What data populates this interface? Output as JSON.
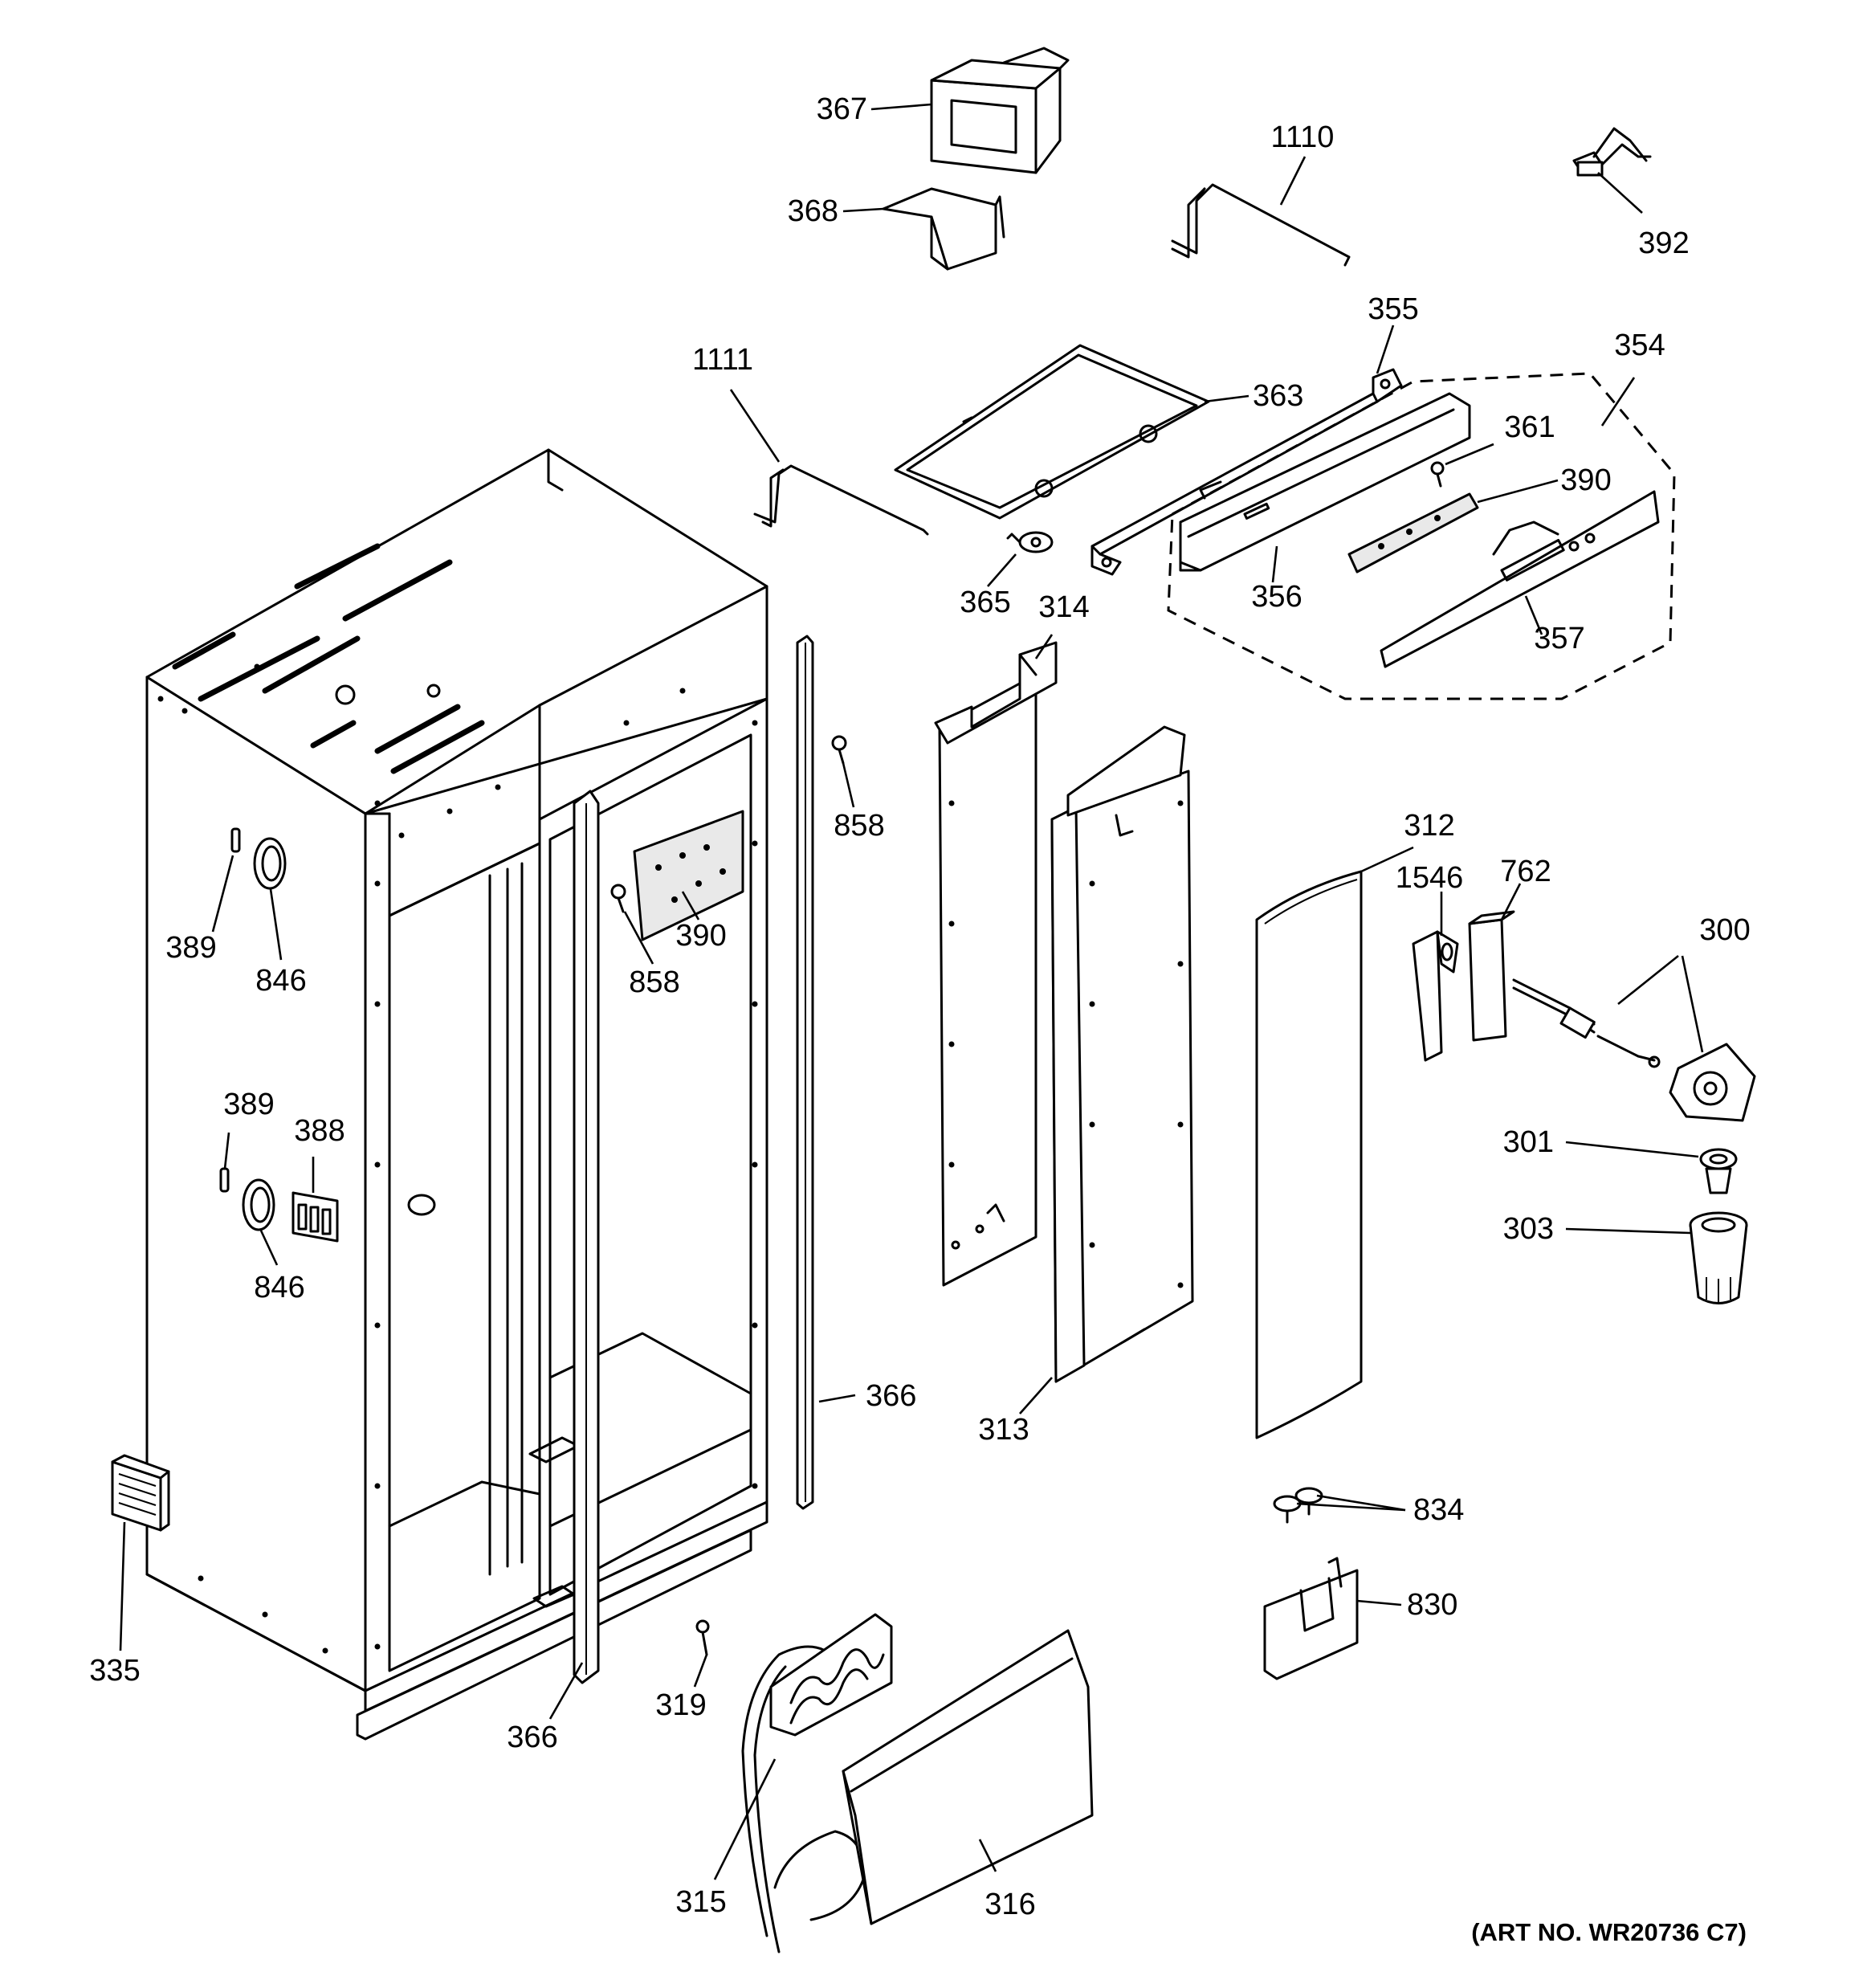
{
  "callouts": [
    {
      "id": "c-367",
      "label": "367"
    },
    {
      "id": "c-368",
      "label": "368"
    },
    {
      "id": "c-1110",
      "label": "1110"
    },
    {
      "id": "c-392",
      "label": "392"
    },
    {
      "id": "c-355",
      "label": "355"
    },
    {
      "id": "c-354",
      "label": "354"
    },
    {
      "id": "c-1111",
      "label": "1111"
    },
    {
      "id": "c-363",
      "label": "363"
    },
    {
      "id": "c-361",
      "label": "361"
    },
    {
      "id": "c-390a",
      "label": "390"
    },
    {
      "id": "c-365",
      "label": "365"
    },
    {
      "id": "c-314",
      "label": "314"
    },
    {
      "id": "c-356",
      "label": "356"
    },
    {
      "id": "c-357",
      "label": "357"
    },
    {
      "id": "c-858a",
      "label": "858"
    },
    {
      "id": "c-312",
      "label": "312"
    },
    {
      "id": "c-1546",
      "label": "1546"
    },
    {
      "id": "c-762",
      "label": "762"
    },
    {
      "id": "c-300",
      "label": "300"
    },
    {
      "id": "c-389a",
      "label": "389"
    },
    {
      "id": "c-846a",
      "label": "846"
    },
    {
      "id": "c-390b",
      "label": "390"
    },
    {
      "id": "c-858b",
      "label": "858"
    },
    {
      "id": "c-389b",
      "label": "389"
    },
    {
      "id": "c-388",
      "label": "388"
    },
    {
      "id": "c-846b",
      "label": "846"
    },
    {
      "id": "c-301",
      "label": "301"
    },
    {
      "id": "c-303",
      "label": "303"
    },
    {
      "id": "c-366a",
      "label": "366"
    },
    {
      "id": "c-313",
      "label": "313"
    },
    {
      "id": "c-834",
      "label": "834"
    },
    {
      "id": "c-830",
      "label": "830"
    },
    {
      "id": "c-335",
      "label": "335"
    },
    {
      "id": "c-319",
      "label": "319"
    },
    {
      "id": "c-366b",
      "label": "366"
    },
    {
      "id": "c-315",
      "label": "315"
    },
    {
      "id": "c-316",
      "label": "316"
    }
  ],
  "art_number": "(ART NO. WR20736 C7)"
}
